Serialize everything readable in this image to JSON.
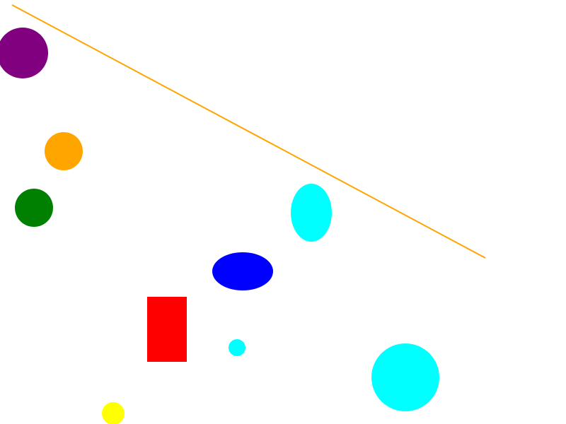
{
  "canvas": {
    "background": "#ffffff"
  },
  "shapes": {
    "diagonal_line": {
      "kind": "line",
      "color": "#ffa500"
    },
    "circle_purple": {
      "kind": "circle",
      "color": "#800080"
    },
    "circle_orange": {
      "kind": "circle",
      "color": "#ffa500"
    },
    "circle_green": {
      "kind": "circle",
      "color": "#008000"
    },
    "ellipse_cyan": {
      "kind": "ellipse",
      "color": "#00ffff"
    },
    "ellipse_blue": {
      "kind": "ellipse",
      "color": "#0000ff"
    },
    "rect_red": {
      "kind": "rectangle",
      "color": "#ff0000"
    },
    "circle_cyan_small": {
      "kind": "circle",
      "color": "#00ffff"
    },
    "circle_cyan_large": {
      "kind": "circle",
      "color": "#00ffff"
    },
    "circle_yellow": {
      "kind": "circle",
      "color": "#ffff00"
    }
  }
}
